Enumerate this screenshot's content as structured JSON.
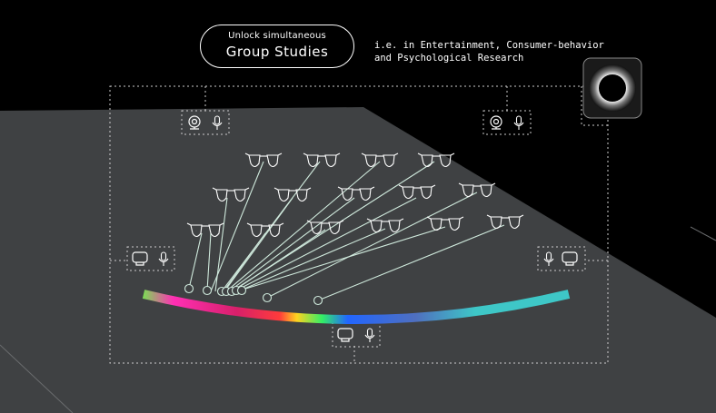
{
  "header": {
    "pill_line1": "Unlock simultaneous",
    "pill_line2": "Group Studies",
    "subtitle_line1": "i.e. in Entertainment, Consumer-behavior",
    "subtitle_line2": "and Psychological Research"
  },
  "colors": {
    "background": "#000000",
    "floor": "#3f4143",
    "line": "#cfe9dc",
    "dashed": "#cccccc",
    "spectrum": [
      "#7ed957",
      "#ff2fb4",
      "#d7206a",
      "#ff3b3b",
      "#ffd21f",
      "#33ee66",
      "#2266ff",
      "#4f6fbf",
      "#3ec7c7"
    ]
  },
  "icons": [
    "webcam-icon",
    "microphone-icon",
    "eye-tracker-icon",
    "eyeglasses-icon",
    "ring-display-icon"
  ]
}
